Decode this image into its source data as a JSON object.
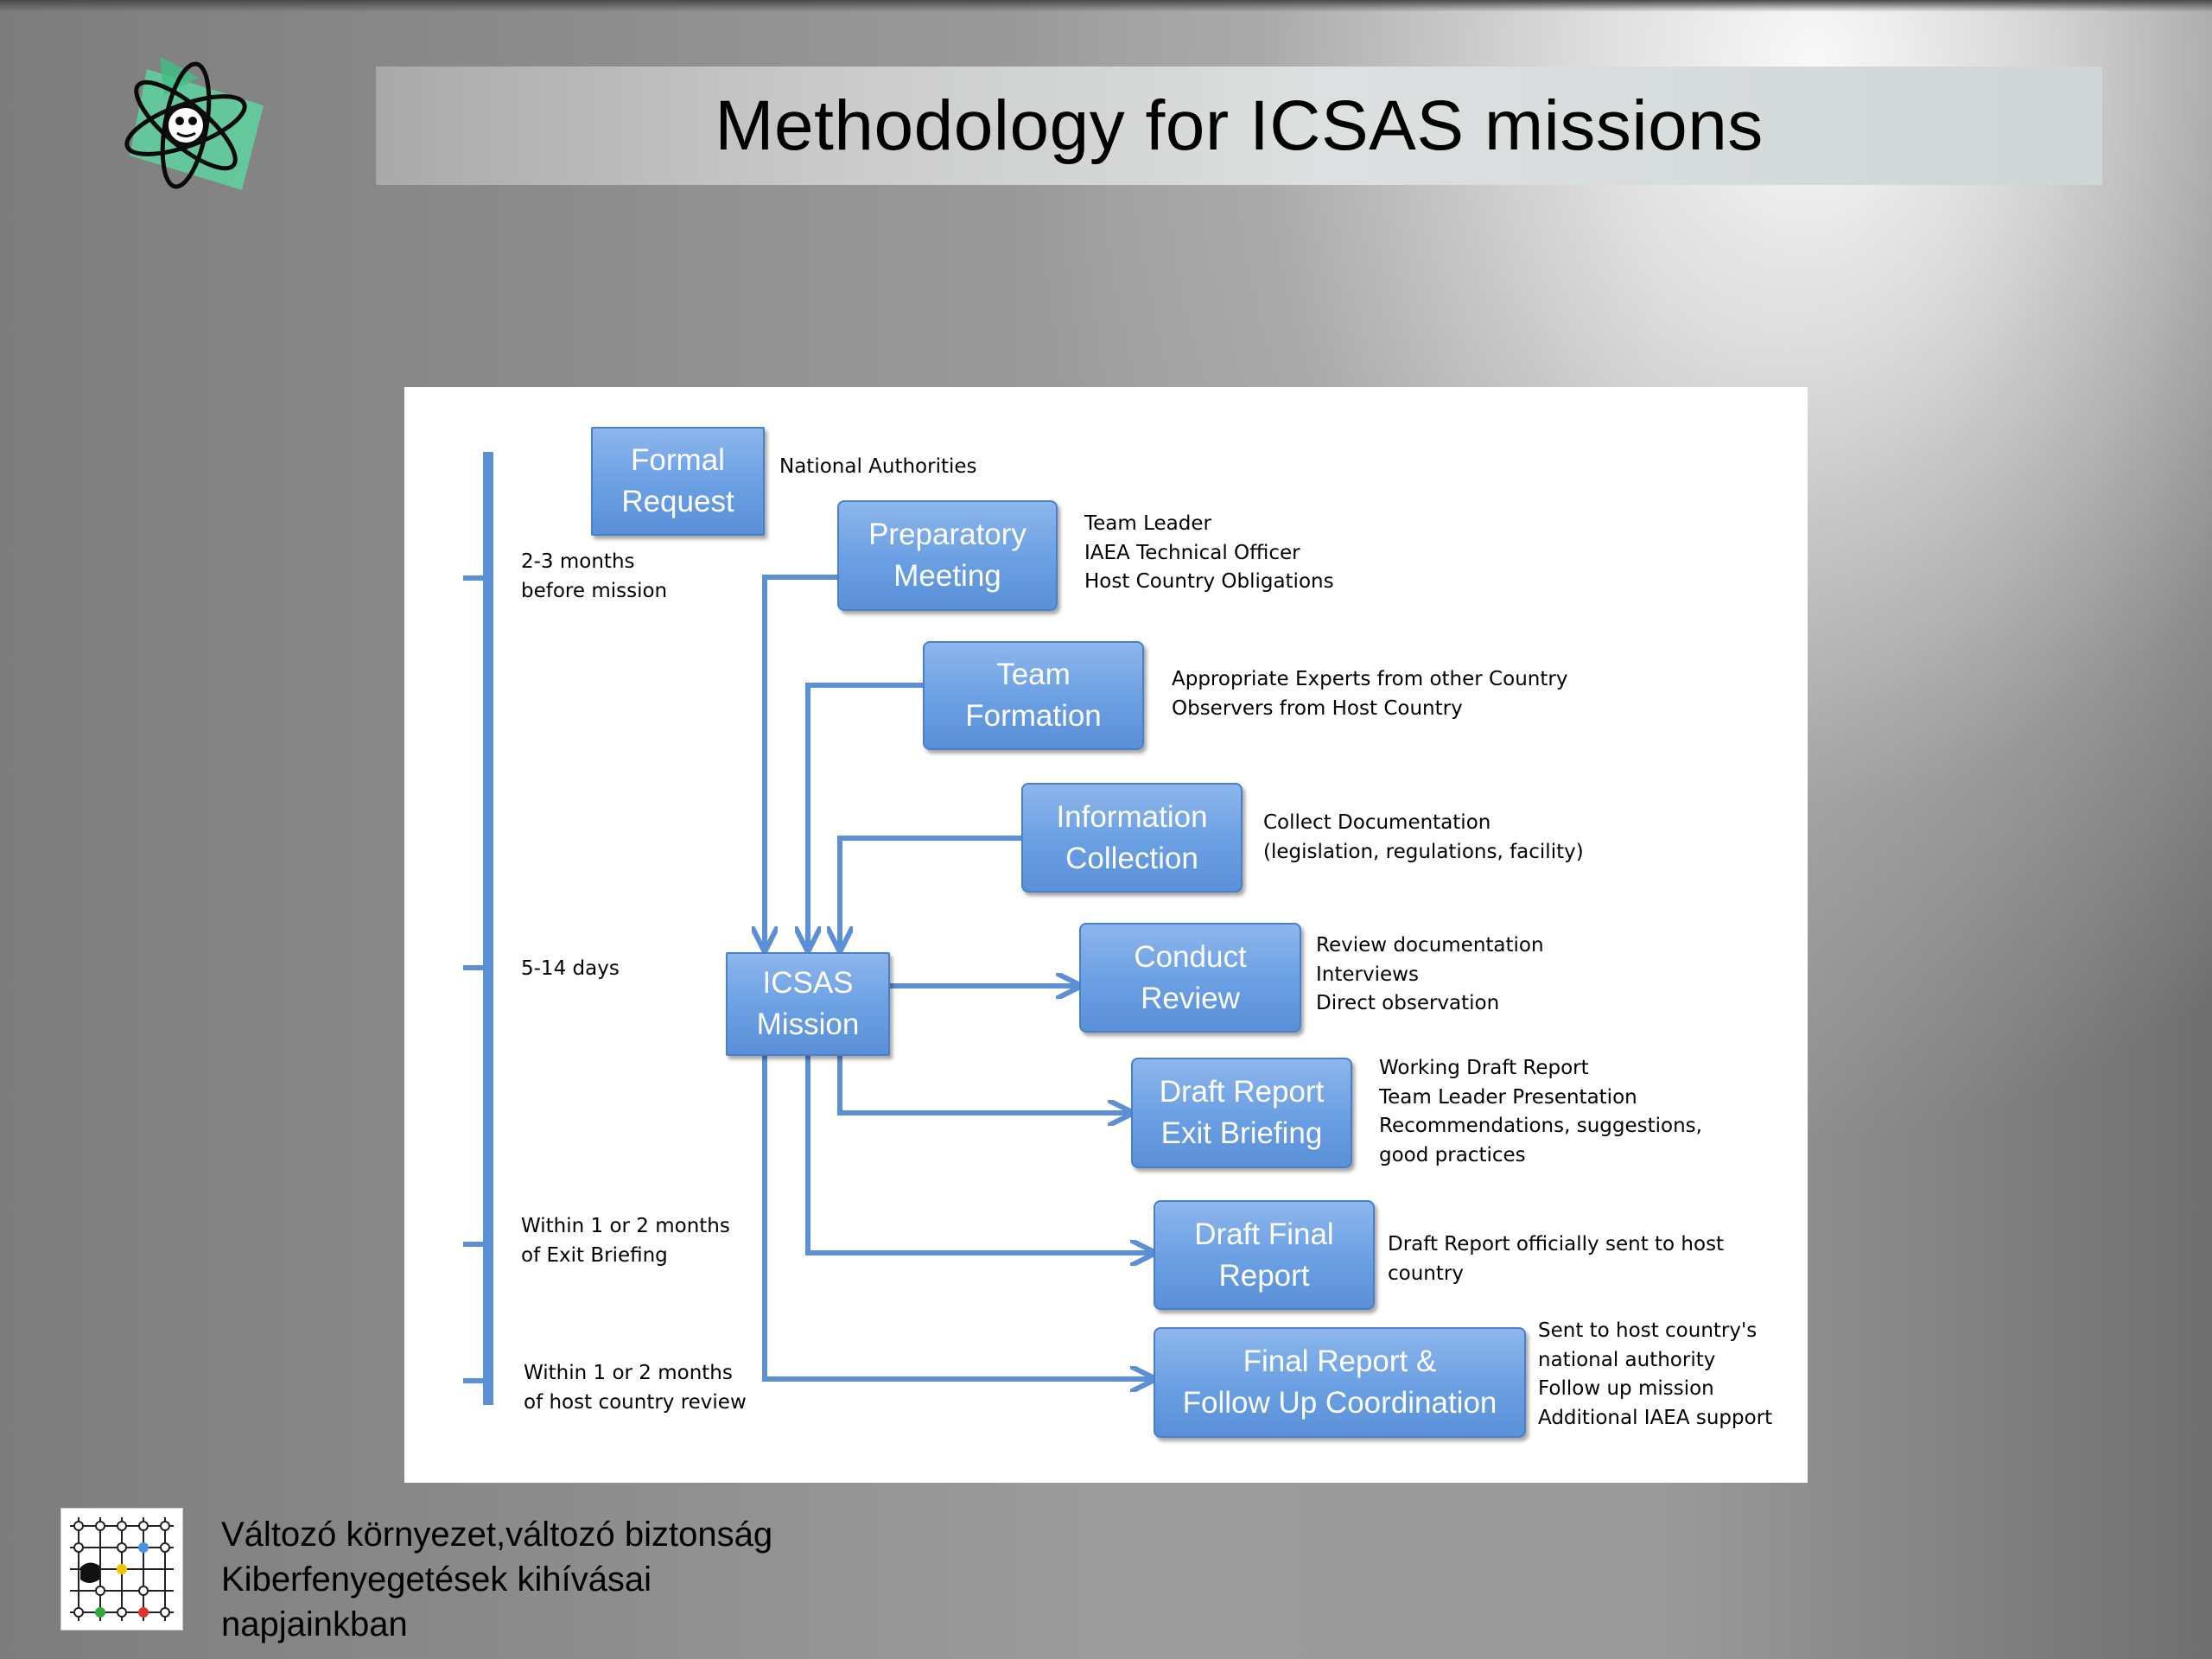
{
  "slide": {
    "title": "Methodology for ICSAS missions"
  },
  "diagram": {
    "boxes": {
      "formal_request": "Formal\nRequest",
      "preparatory_meeting": "Preparatory\nMeeting",
      "team_formation": "Team\nFormation",
      "information_collection": "Information\nCollection",
      "icsas_mission": "ICSAS\nMission",
      "conduct_review": "Conduct\nReview",
      "draft_report_exit": "Draft Report\nExit Briefing",
      "draft_final_report": "Draft Final\nReport",
      "final_report": "Final Report &\nFollow Up Coordination"
    },
    "notes": {
      "formal_request": "National Authorities",
      "preparatory_meeting": "Team Leader\nIAEA Technical Officer\nHost Country Obligations",
      "team_formation": "Appropriate Experts from other Country\nObservers from Host Country",
      "information_collection": "Collect Documentation\n(legislation, regulations, facility)",
      "conduct_review": "Review documentation\nInterviews\nDirect observation",
      "draft_report_exit": "Working Draft Report\nTeam Leader Presentation\nRecommendations, suggestions,\ngood practices",
      "draft_final_report": "Draft Report officially sent to host\ncountry",
      "final_report": "Sent to host country's\nnational authority\nFollow up mission\nAdditional IAEA support"
    },
    "timeline": {
      "t1": "2-3 months\nbefore mission",
      "t2": "5-14 days",
      "t3": "Within 1 or 2 months\nof Exit Briefing",
      "t4": "Within 1 or 2 months\nof host country review"
    }
  },
  "footer": {
    "text": "Változó környezet,változó biztonság\nKiberfenyegetések kihívásai\nnapjainkban"
  },
  "colors": {
    "box_fill": "#6a9fe3",
    "connector": "#5b8fd6",
    "logo_green": "#5fd3a0"
  },
  "icons": {
    "logo": "atom-logo-icon",
    "footer_logo": "network-people-logo-icon"
  }
}
